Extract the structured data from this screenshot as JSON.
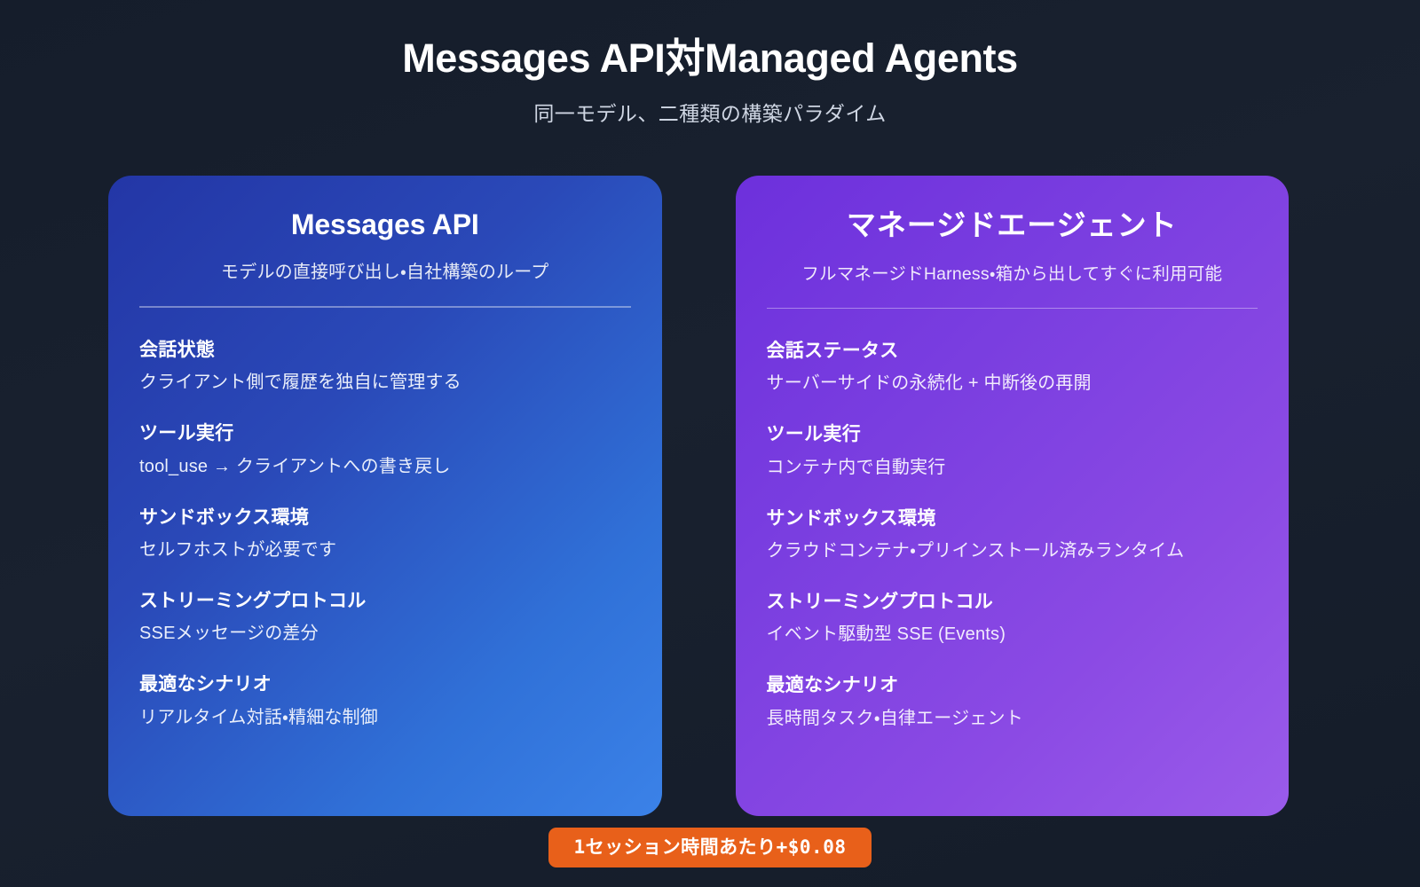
{
  "header": {
    "title": "Messages API対Managed Agents",
    "subtitle": "同一モデル、二種類の構築パラダイム"
  },
  "cards": [
    {
      "id": "messages-api",
      "title": "Messages API",
      "subtitle": "モデルの直接呼び出し・自社構築のループ",
      "accent": "#2a49b8",
      "gradient_from": "#2336a6",
      "gradient_to": "#3b82e8",
      "rows": [
        {
          "label": "会話状態",
          "value": "クライアント側で履歴を独自に管理する"
        },
        {
          "label": "ツール実行",
          "value": "tool_use → クライアントへの書き戻し"
        },
        {
          "label": "サンドボックス環境",
          "value": "セルフホストが必要です"
        },
        {
          "label": "ストリーミングプロトコル",
          "value": "SSEメッセージの差分"
        },
        {
          "label": "最適なシナリオ",
          "value": "リアルタイム対話・精細な制御"
        }
      ]
    },
    {
      "id": "managed-agents",
      "title": "マネージドエージェント",
      "subtitle": "フルマネージドHarness・箱から出してすぐに利用可能",
      "accent": "#8b4ae4",
      "gradient_from": "#6d30dc",
      "gradient_to": "#9a5bea",
      "rows": [
        {
          "label": "会話ステータス",
          "value": "サーバーサイドの永続化 + 中断後の再開"
        },
        {
          "label": "ツール実行",
          "value": "コンテナ内で自動実行"
        },
        {
          "label": "サンドボックス環境",
          "value": "クラウドコンテナ・プリインストール済みランタイム"
        },
        {
          "label": "ストリーミングプロトコル",
          "value": "イベント駆動型 SSE (Events)"
        },
        {
          "label": "最適なシナリオ",
          "value": "長時間タスク・自律エージェント"
        }
      ]
    }
  ],
  "footer": {
    "price_badge": "1セッション時間あたり+$0.08",
    "badge_color": "#e8601a"
  },
  "theme": {
    "background": "#151d2b",
    "text_primary": "#ffffff",
    "text_secondary": "#cfd6e3"
  }
}
